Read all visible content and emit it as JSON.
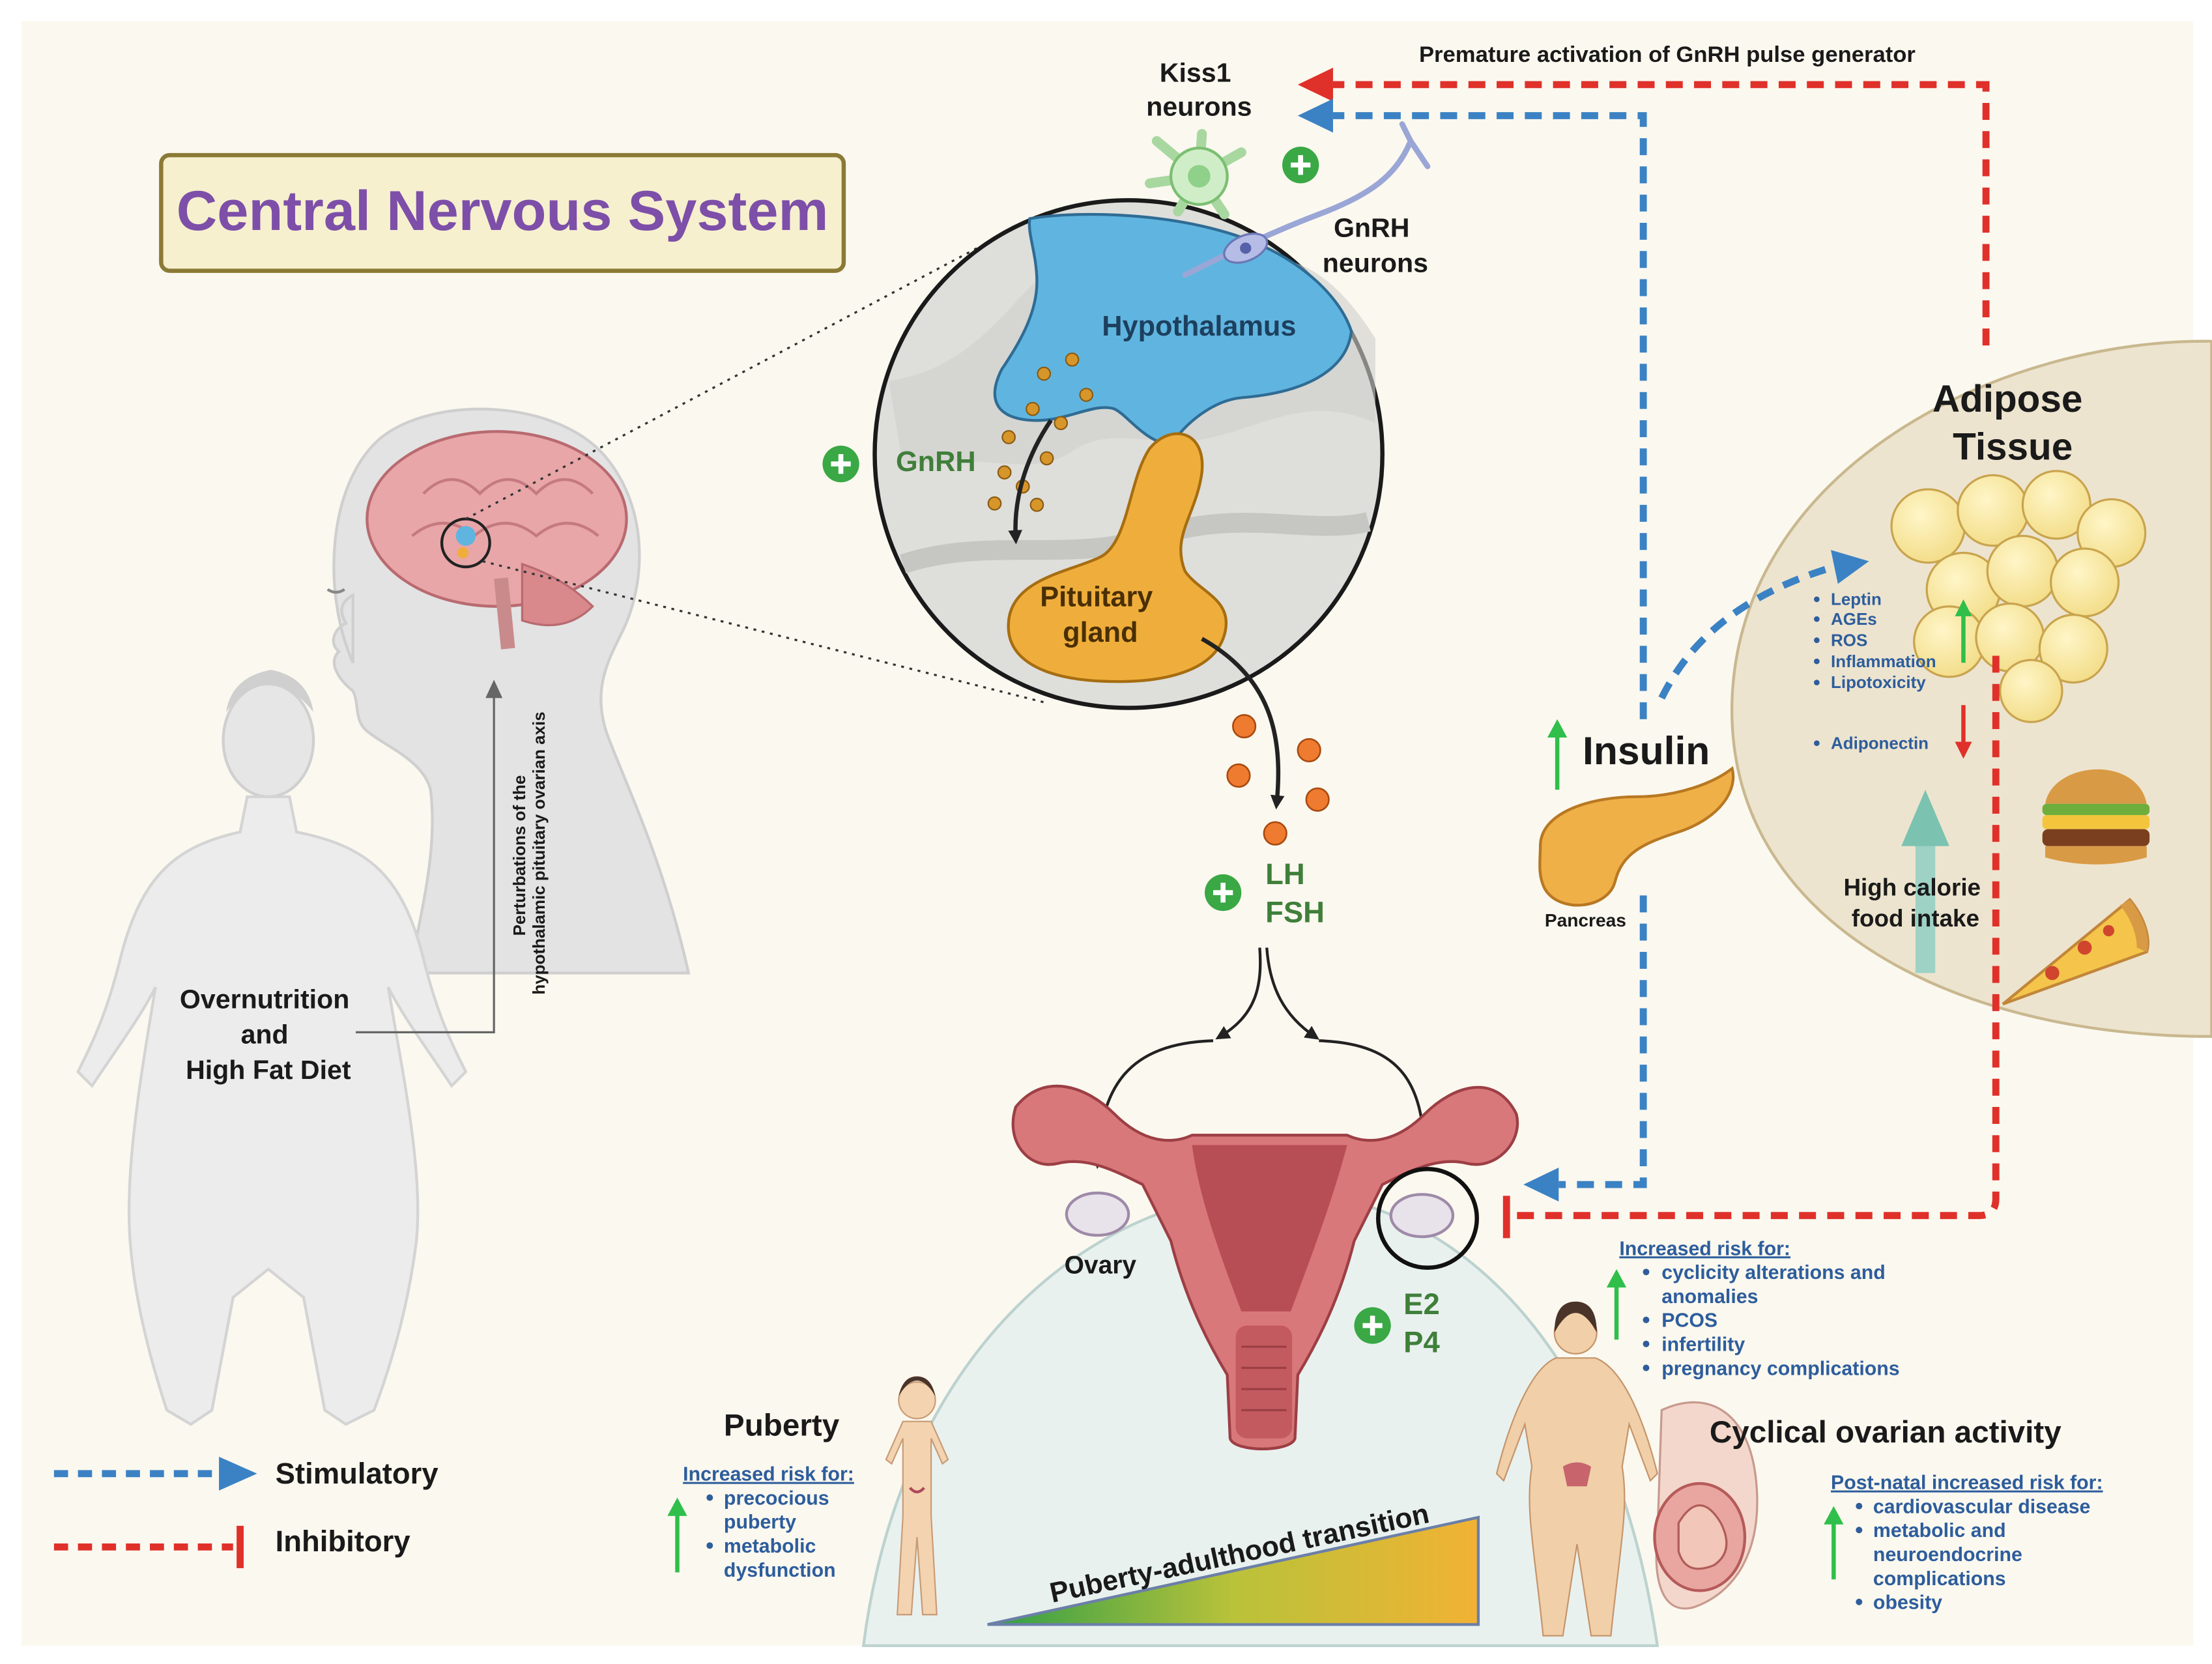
{
  "title": "Central Nervous System",
  "top_arrow_label": "Premature activation of GnRH pulse generator",
  "kiss1": [
    "Kiss1",
    "neurons"
  ],
  "gnrh_neurons": [
    "GnRH",
    "neurons"
  ],
  "hypothalamus": "Hypothalamus",
  "gnrh": "GnRH",
  "pituitary": [
    "Pituitary",
    "gland"
  ],
  "lh": "LH",
  "fsh": "FSH",
  "ovary": "Ovary",
  "e2": "E2",
  "p4": "P4",
  "insulin": "Insulin",
  "pancreas": "Pancreas",
  "adipose": [
    "Adipose",
    "Tissue"
  ],
  "adipose_up": [
    "Leptin",
    "AGEs",
    "ROS",
    "Inflammation",
    "Lipotoxicity"
  ],
  "adipose_down": [
    "Adiponectin"
  ],
  "high_calorie": [
    "High calorie",
    "food intake"
  ],
  "overnutrition": [
    "Overnutrition",
    "and",
    "High Fat Diet"
  ],
  "perturbations": [
    "Perturbations of the",
    "hypothalamic pituitary ovarian axis"
  ],
  "puberty": {
    "title": "Puberty",
    "risk_header": "Increased risk for:",
    "risks": [
      [
        "precocious",
        "puberty"
      ],
      [
        "metabolic",
        "dysfunction"
      ]
    ]
  },
  "adult_risk": {
    "header": "Increased risk for:",
    "items": [
      [
        "cyclicity alterations and",
        "anomalies"
      ],
      [
        "PCOS"
      ],
      [
        "infertility"
      ],
      [
        "pregnancy complications"
      ]
    ]
  },
  "cyclical": "Cyclical ovarian activity",
  "postnatal": {
    "header": "Post-natal increased risk for:",
    "items": [
      [
        "cardiovascular disease"
      ],
      [
        "metabolic and",
        "neuroendocrine",
        "complications"
      ],
      [
        "obesity"
      ]
    ]
  },
  "transition": "Puberty-adulthood transition",
  "legend": {
    "stimulatory": "Stimulatory",
    "inhibitory": "Inhibitory"
  },
  "colors": {
    "stimulatory": "#3b82c4",
    "inhibitory": "#e0302a",
    "title_purple": "#7d4fa8",
    "hypothalamus": "#5fb5e0",
    "pituitary": "#efae3c",
    "green_plus": "#39a845",
    "label_blue": "#2d5d9c"
  },
  "icons": [
    "plus-circle-icon",
    "neuron-icon",
    "burger-icon",
    "pizza-icon",
    "pancreas-icon",
    "uterus-icon"
  ]
}
